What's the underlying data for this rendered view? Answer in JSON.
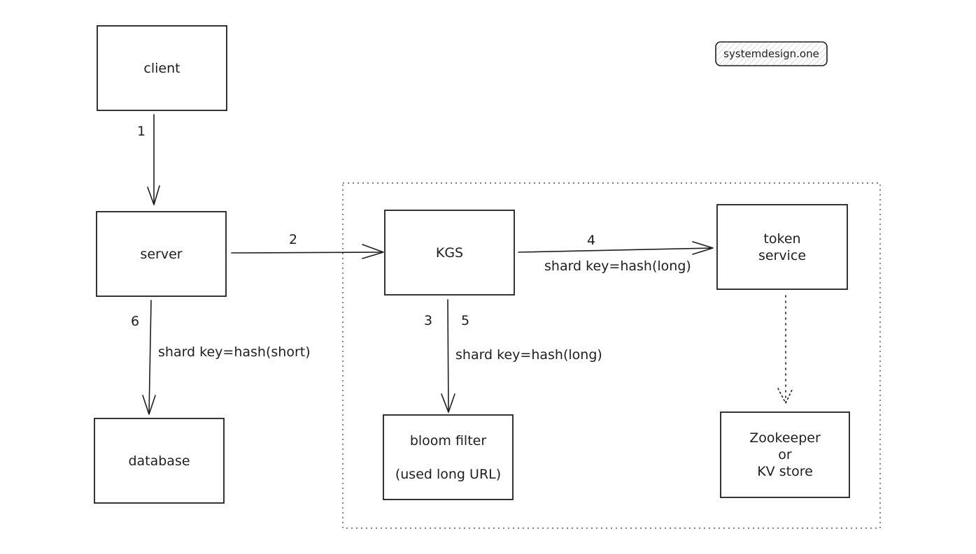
{
  "watermark": "systemdesign.one",
  "nodes": {
    "client": [
      "client"
    ],
    "server": [
      "server"
    ],
    "database": [
      "database"
    ],
    "kgs": [
      "KGS"
    ],
    "bloom": [
      "bloom filter",
      "(used long URL)"
    ],
    "token": [
      "token",
      "service"
    ],
    "zookeeper": [
      "Zookeeper",
      "or",
      "KV store"
    ]
  },
  "edges": {
    "client_server": "1",
    "server_kgs": "2",
    "kgs_bloom_a": "3",
    "kgs_bloom_b": "5",
    "kgs_token": "4",
    "server_db": "6"
  },
  "annotations": {
    "kgs_token_shard": "shard key=hash(long)",
    "kgs_bloom_shard": "shard key=hash(long)",
    "server_db_shard": "shard key=hash(short)"
  }
}
